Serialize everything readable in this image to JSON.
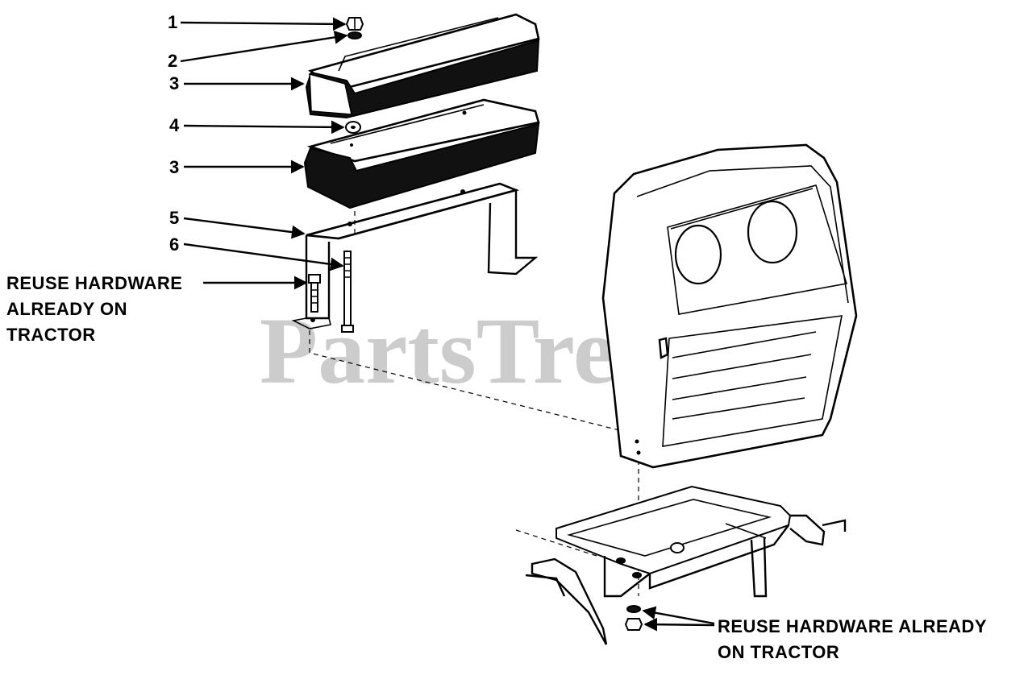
{
  "callouts": {
    "c1": "1",
    "c2": "2",
    "c3a": "3",
    "c4": "4",
    "c3b": "3",
    "c5": "5",
    "c6": "6"
  },
  "notes": {
    "left": [
      "REUSE HARDWARE",
      "ALREADY ON",
      "TRACTOR"
    ],
    "right": [
      "REUSE HARDWARE ALREADY",
      "ON TRACTOR"
    ]
  },
  "watermark": {
    "text": "PartsTree",
    "tm": "™",
    "color": "#c4c4c4"
  },
  "icons": [
    "nut-icon",
    "lock-washer-icon",
    "spacer-icon",
    "bolt-icon",
    "seat-icon",
    "bracket-icon",
    "frame-icon"
  ]
}
